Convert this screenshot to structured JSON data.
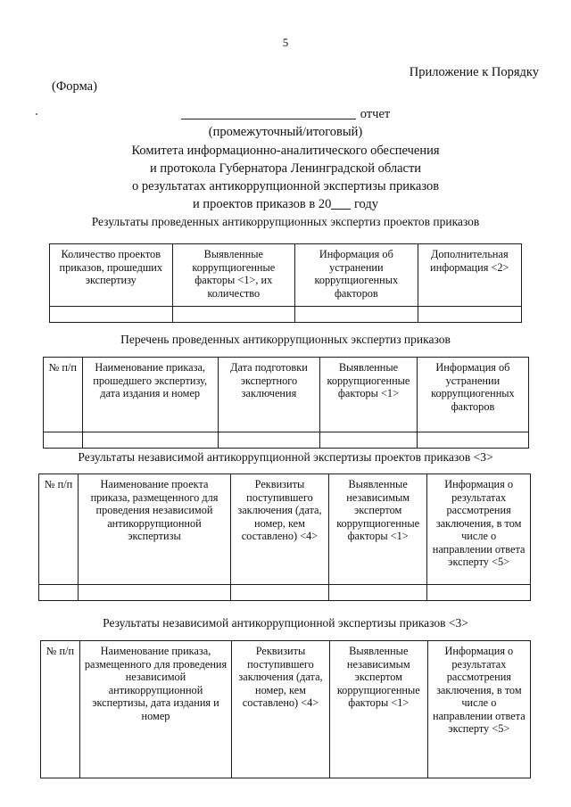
{
  "header": {
    "page_number": "5",
    "appendix": "Приложение к Порядку",
    "form_label": "(Форма)"
  },
  "report_title": {
    "blank_then_word": "отчет",
    "sub_paren": "(промежуточный/итоговый)",
    "line_1": "Комитета информационно-аналитического обеспечения",
    "line_2": "и протокола Губернатора Ленинградской области",
    "line_3": "о результатах антикоррупционной экспертизы приказов",
    "line_4_before": "и проектов приказов в 20",
    "line_4_after": "году"
  },
  "sections": [
    {
      "heading": "Результаты проведенных антикоррупционных экспертиз проектов приказов",
      "table": {
        "columns": [
          "Количество проектов приказов, прошедших экспертизу",
          "Выявленные коррупциогенные факторы <1>, их количество",
          "Информация об устранении коррупциогенных факторов",
          "Дополнительная информация <2>"
        ],
        "rows": [
          [
            "",
            "",
            "",
            ""
          ]
        ]
      }
    },
    {
      "heading": "Перечень проведенных антикоррупционных экспертиз приказов",
      "table": {
        "columns": [
          "№ п/п",
          "Наименование приказа, прошедшего экспертизу, дата издания и номер",
          "Дата подготовки экспертного заключения",
          "Выявленные коррупциогенные факторы <1>",
          "Информация об устранении коррупциогенных факторов"
        ],
        "rows": [
          [
            "",
            "",
            "",
            "",
            ""
          ]
        ]
      }
    },
    {
      "heading": "Результаты независимой антикоррупционной экспертизы проектов приказов <3>",
      "table": {
        "columns": [
          "№ п/п",
          "Наименование проекта приказа, размещенного для проведения независимой антикоррупционной экспертизы",
          "Реквизиты поступившего заключения (дата, номер, кем составлено) <4>",
          "Выявленные независимым экспертом коррупциогенные факторы <1>",
          "Информация о результатах рассмотрения заключения, в том числе о направлении ответа эксперту <5>"
        ],
        "rows": [
          [
            "",
            "",
            "",
            "",
            ""
          ]
        ]
      }
    },
    {
      "heading": "Результаты независимой антикоррупционной экспертизы приказов <3>",
      "table": {
        "columns": [
          "№ п/п",
          "Наименование приказа, размещенного для проведения независимой антикоррупционной экспертизы, дата издания и номер",
          "Реквизиты поступившего заключения (дата, номер, кем составлено) <4>",
          "Выявленные независимым экспертом коррупциогенные факторы <1>",
          "Информация о результатах рассмотрения заключения, в том числе о направлении ответа эксперту <5>"
        ],
        "rows": []
      }
    }
  ]
}
